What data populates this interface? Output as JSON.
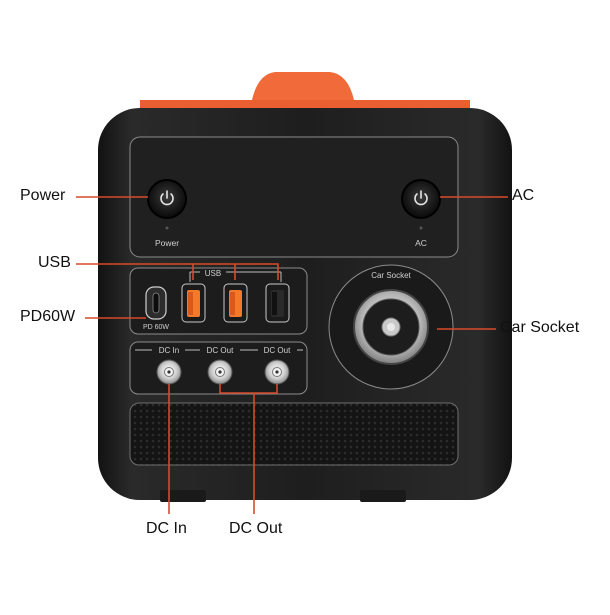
{
  "callouts": {
    "power": "Power",
    "ac": "AC",
    "usb": "USB",
    "pd60w": "PD60W",
    "car_socket": "Car Socket",
    "dc_in": "DC In",
    "dc_out": "DC Out"
  },
  "panel_labels": {
    "power": "Power",
    "ac": "AC",
    "usb_group": "USB",
    "pd_60w": "PD 60W",
    "car_socket": "Car Socket",
    "dc_in": "DC In",
    "dc_out_1": "DC Out",
    "dc_out_2": "DC Out"
  },
  "colors": {
    "accent_orange": "#f06a3a",
    "body_dark": "#1c1c1c",
    "callout_line": "#d84a2a"
  },
  "icons": {
    "power_button": "power-icon",
    "ac_button": "power-icon"
  }
}
